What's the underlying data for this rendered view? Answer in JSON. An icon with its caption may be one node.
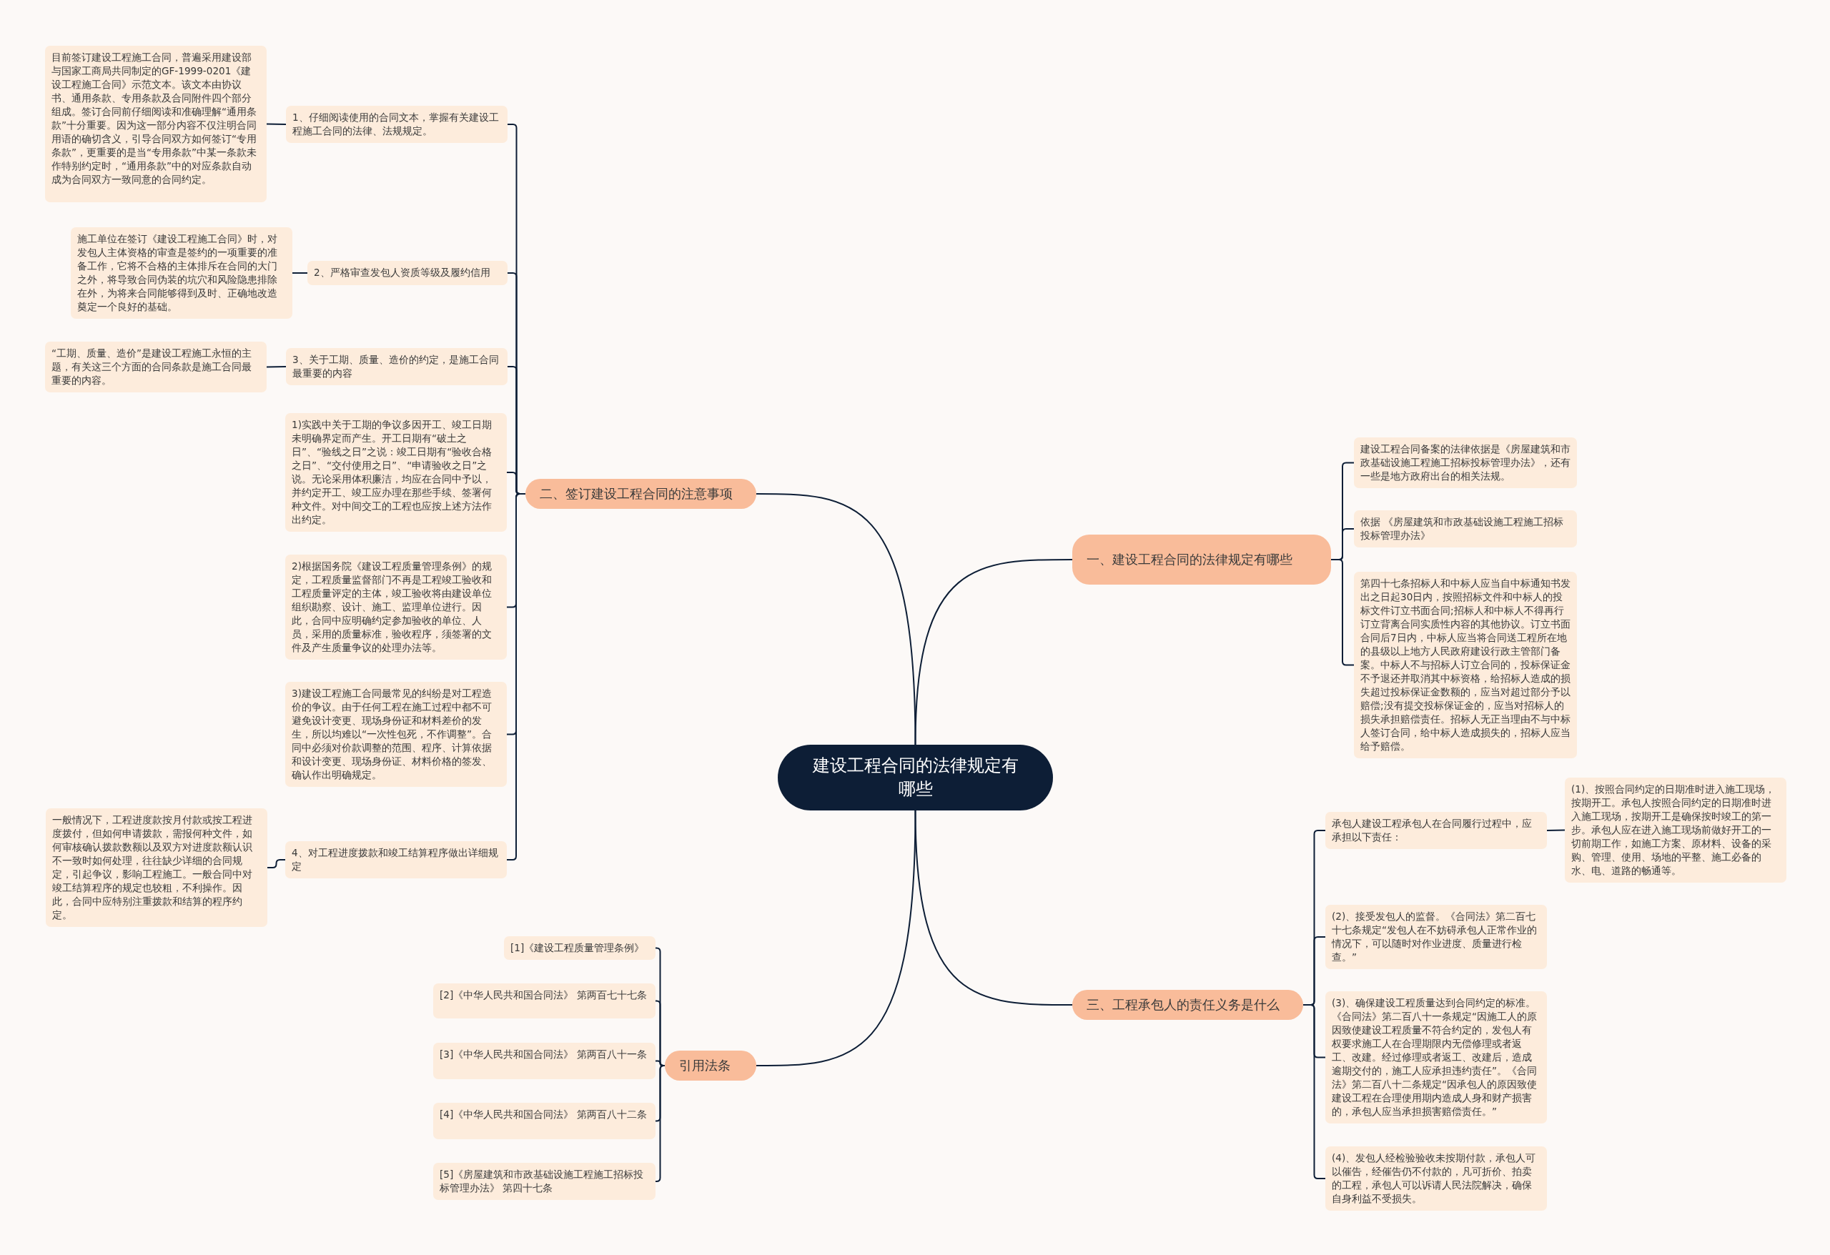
{
  "diagram": {
    "nodes": [
      {
        "text": [
          "建设工程合同的法律规定有哪些"
        ]
      },
      {
        "text": [
          "一、建设工程合同的法律规定有哪些"
        ]
      },
      {
        "text": [
          "建设工程合同备案的法律依据是《房屋建筑和市政基础设施工程施工招标投标管理办法》，还有一些是地方政府出台的相关法规。"
        ]
      },
      {
        "text": [
          "依据 《房屋建筑和市政基础设施工程施工招标投标管理办法》"
        ]
      },
      {
        "text": [
          "第四十七条招标人和中标人应当自中标通知书发出之日起30日内，按照招标文件和中标人的投标文件订立书面合同;招标人和中标人不得再行订立背离合同实质性内容的其他协议。订立书面合同后7日内，中标人应当将合同送工程所在地的县级以上地方人民政府建设行政主管部门备案。中标人不与招标人订立合同的，投标保证金不予退还并取消其中标资格，给招标人造成的损失超过投标保证金数额的，应当对超过部分予以赔偿;没有提交投标保证金的，应当对招标人的损失承担赔偿责任。招标人无正当理由不与中标人签订合同，给中标人造成损失的，招标人应当给予赔偿。"
        ]
      },
      {
        "text": [
          "二、签订建设工程合同的注意事项"
        ]
      },
      {
        "text": [
          "1、仔细阅读使用的合同文本，掌握有关建设工程施工合同的法律、法规规定。"
        ]
      },
      {
        "text": [
          "目前签订建设工程施工合同，普遍采用建设部与国家工商局共同制定的GF-1999-0201《建设工程施工合同》示范文本。该文本由协议书、通用条款、专用条款及合同附件四个部分组成。签订合同前仔细阅读和准确理解“通用条款”十分重要。因为这一部分内容不仅注明合同用语的确切含义，引导合同双方如何签订“专用条款”，更重要的是当“专用条款”中某一条款未作特别约定时，“通用条款”中的对应条款自动成为合同双方一致同意的合同约定。"
        ]
      },
      {
        "text": [
          "2、严格审查发包人资质等级及履约信用"
        ]
      },
      {
        "text": [
          "施工单位在签订《建设工程施工合同》时，对发包人主体资格的审查是签约的一项重要的准备工作，它将不合格的主体排斥在合同的大门之外，将导致合同伪装的坑穴和风险隐患排除在外，为将来合同能够得到及时、正确地改造奠定一个良好的基础。"
        ]
      },
      {
        "text": [
          "3、关于工期、质量、造价的约定，是施工合同最重要的内容"
        ]
      },
      {
        "text": [
          "“工期、质量、造价”是建设工程施工永恒的主题，有关这三个方面的合同条款是施工合同最重要的内容。"
        ]
      },
      {
        "text": [
          "1)实践中关于工期的争议多因开工、竣工日期未明确界定而产生。开工日期有“破土之日”、“验线之日”之说：竣工日期有“验收合格之日”、“交付使用之日”、“申请验收之日”之说。无论采用体积廉洁，均应在合同中予以，并约定开工、竣工应办理在那些手续、签署何种文件。对中间交工的工程也应按上述方法作出约定。"
        ]
      },
      {
        "text": [
          "2)根据国务院《建设工程质量管理条例》的规定，工程质量监督部门不再是工程竣工验收和工程质量评定的主体，竣工验收将由建设单位组织勘察、设计、施工、监理单位进行。因此，合同中应明确约定参加验收的单位、人员，采用的质量标准，验收程序，须签署的文件及产生质量争议的处理办法等。"
        ]
      },
      {
        "text": [
          "3)建设工程施工合同最常见的纠纷是对工程造价的争议。由于任何工程在施工过程中都不可避免设计变更、现场身份证和材料差价的发生，所以均难以“一次性包死，不作调整”。合同中必须对价款调整的范围、程序、计算依据和设计变更、现场身份证、材料价格的签发、确认作出明确规定。"
        ]
      },
      {
        "text": [
          "4、对工程进度拨款和竣工结算程序做出详细规定"
        ]
      },
      {
        "text": [
          "一般情况下，工程进度款按月付款或按工程进度拨付，但如何申请拨款，需报何种文件，如何审核确认拨款数额以及双方对进度款额认识不一致时如何处理，往往缺少详细的合同规定，引起争议，影响工程施工。一般合同中对竣工结算程序的规定也较粗，不利操作。因此，合同中应特别注重拨款和结算的程序约定。"
        ]
      },
      {
        "text": [
          "三、工程承包人的责任义务是什么"
        ]
      },
      {
        "text": [
          "承包人建设工程承包人在合同履行过程中，应承担以下责任："
        ]
      },
      {
        "text": [
          "(1)、按照合同约定的日期准时进入施工现场，按期开工。承包人按照合同约定的日期准时进入施工现场，按期开工是确保按时竣工的第一步。承包人应在进入施工现场前做好开工的一切前期工作，如施工方案、原材料、设备的采购、管理、使用、场地的平整、施工必备的水、电、道路的畅通等。"
        ]
      },
      {
        "text": [
          "(2)、接受发包人的监督。《合同法》第二百七十七条规定“发包人在不妨碍承包人正常作业的情况下，可以随时对作业进度、质量进行检查。”"
        ]
      },
      {
        "text": [
          "(3)、确保建设工程质量达到合同约定的标准。《合同法》第二百八十一条规定“因施工人的原因致使建设工程质量不符合约定的，发包人有权要求施工人在合理期限内无偿修理或者返工、改建。经过修理或者返工、改建后，造成逾期交付的，施工人应承担违约责任”。《合同法》第二百八十二条规定“因承包人的原因致使建设工程在合理使用期内造成人身和财产损害的，承包人应当承担损害赔偿责任。”"
        ]
      },
      {
        "text": [
          "(4)、发包人经检验验收未按期付款，承包人可以催告，经催告仍不付款的，凡可折价、拍卖的工程，承包人可以诉请人民法院解决，确保自身利益不受损失。"
        ]
      },
      {
        "text": [
          "引用法条"
        ]
      },
      {
        "text": [
          "[1]《建设工程质量管理条例》"
        ]
      },
      {
        "text": [
          "[2]《中华人民共和国合同法》 第两百七十七条"
        ]
      },
      {
        "text": [
          "[3]《中华人民共和国合同法》 第两百八十一条"
        ]
      },
      {
        "text": [
          "[4]《中华人民共和国合同法》 第两百八十二条"
        ]
      },
      {
        "text": [
          "[5]《房屋建筑和市政基础设施工程施工招标投标管理办法》 第四十七条"
        ]
      }
    ],
    "edges": [
      {
        "from": 0,
        "to": 1,
        "arrow": "none"
      },
      {
        "from": 1,
        "to": 2,
        "arrow": "none"
      },
      {
        "from": 1,
        "to": 3,
        "arrow": "none"
      },
      {
        "from": 1,
        "to": 4,
        "arrow": "none"
      },
      {
        "from": 0,
        "to": 5,
        "arrow": "none"
      },
      {
        "from": 5,
        "to": 6,
        "arrow": "none"
      },
      {
        "from": 6,
        "to": 7,
        "arrow": "none"
      },
      {
        "from": 5,
        "to": 8,
        "arrow": "none"
      },
      {
        "from": 8,
        "to": 9,
        "arrow": "none"
      },
      {
        "from": 5,
        "to": 10,
        "arrow": "none"
      },
      {
        "from": 10,
        "to": 11,
        "arrow": "none"
      },
      {
        "from": 5,
        "to": 12,
        "arrow": "none"
      },
      {
        "from": 5,
        "to": 13,
        "arrow": "none"
      },
      {
        "from": 5,
        "to": 14,
        "arrow": "none"
      },
      {
        "from": 5,
        "to": 15,
        "arrow": "none"
      },
      {
        "from": 15,
        "to": 16,
        "arrow": "none"
      },
      {
        "from": 0,
        "to": 17,
        "arrow": "none"
      },
      {
        "from": 17,
        "to": 18,
        "arrow": "none"
      },
      {
        "from": 18,
        "to": 19,
        "arrow": "none"
      },
      {
        "from": 17,
        "to": 20,
        "arrow": "none"
      },
      {
        "from": 17,
        "to": 21,
        "arrow": "none"
      },
      {
        "from": 17,
        "to": 22,
        "arrow": "none"
      },
      {
        "from": 0,
        "to": 23,
        "arrow": "none"
      },
      {
        "from": 23,
        "to": 24,
        "arrow": "none"
      },
      {
        "from": 23,
        "to": 25,
        "arrow": "none"
      },
      {
        "from": 23,
        "to": 26,
        "arrow": "none"
      },
      {
        "from": 23,
        "to": 27,
        "arrow": "none"
      },
      {
        "from": 23,
        "to": 28,
        "arrow": "none"
      }
    ]
  }
}
